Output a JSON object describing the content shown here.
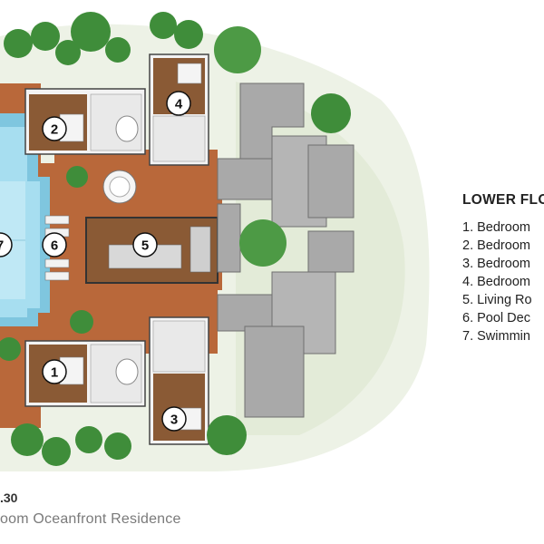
{
  "legend": {
    "title": "LOWER FLO",
    "items": [
      "1. Bedroom",
      "2. Bedroom",
      "3. Bedroom",
      "4. Bedroom",
      "5. Living Ro",
      "6. Pool Dec",
      "7. Swimmin"
    ]
  },
  "markers": {
    "m1": "1",
    "m2": "2",
    "m3": "3",
    "m4": "4",
    "m5": "5",
    "m6": "6",
    "m7": "7"
  },
  "caption": {
    "code": ".30",
    "title": "oom Oceanfront Residence"
  },
  "colors": {
    "deck": "#b9683a",
    "room_floor": "#8a5a35",
    "pool": "#8fd0e6",
    "roof": "#a9a9a9",
    "tree": "#3f8d3a",
    "lawn": "#e8efe0"
  }
}
